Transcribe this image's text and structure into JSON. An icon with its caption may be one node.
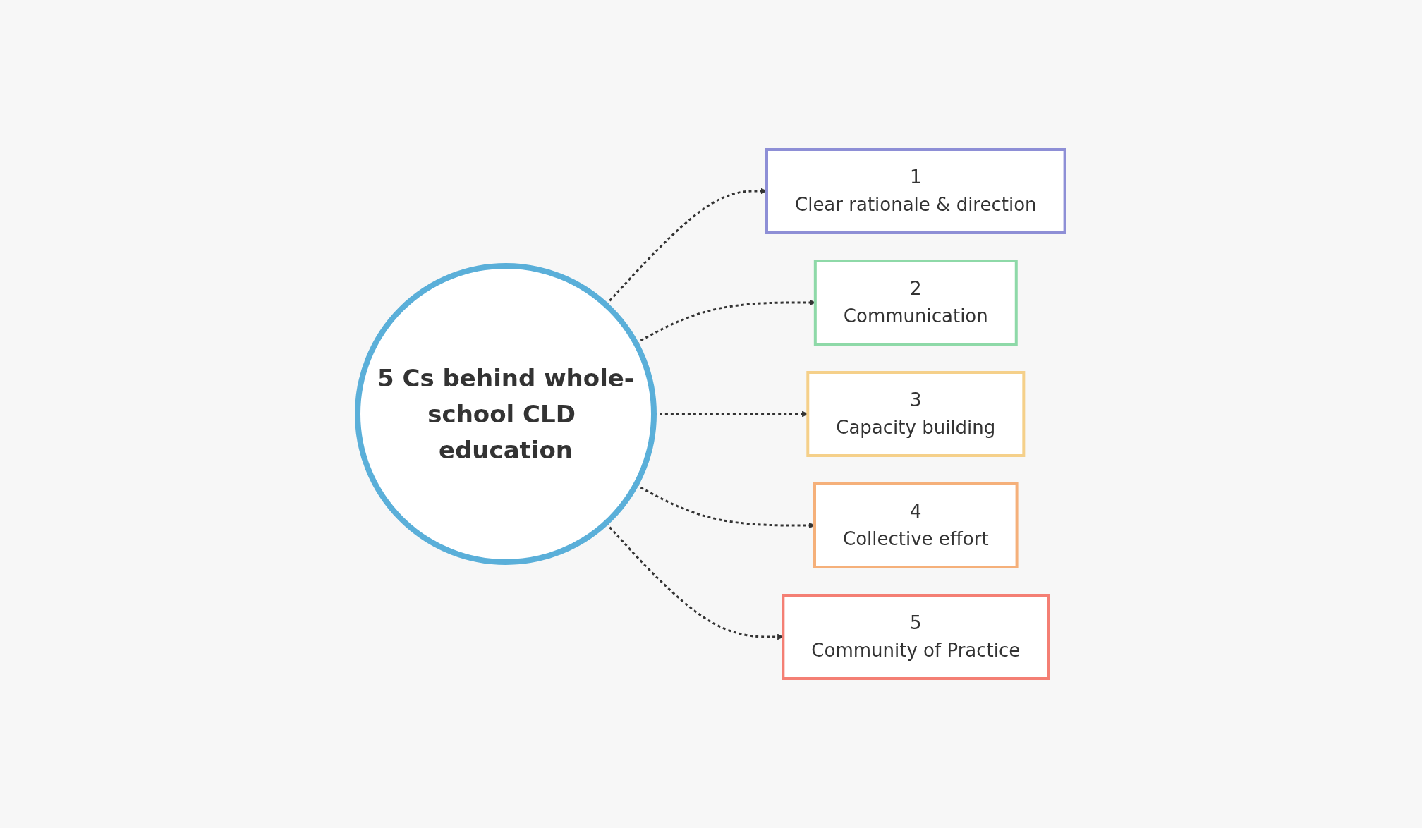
{
  "diagram": {
    "nodes": [
      {
        "text": [
          "5 Cs behind whole-school CLD education"
        ]
      },
      {
        "text": [
          "1",
          "Clear rationale & direction"
        ]
      },
      {
        "text": [
          "2",
          "Communication"
        ]
      },
      {
        "text": [
          "3",
          "Capacity building"
        ]
      },
      {
        "text": [
          "4",
          "Collective effort"
        ]
      },
      {
        "text": [
          "5",
          "Community of Practice"
        ]
      }
    ],
    "edges": [
      {
        "from": 0,
        "to": 1,
        "arrow": "to",
        "style": "dashed"
      },
      {
        "from": 0,
        "to": 2,
        "arrow": "to",
        "style": "dashed"
      },
      {
        "from": 0,
        "to": 3,
        "arrow": "to",
        "style": "dashed"
      },
      {
        "from": 0,
        "to": 4,
        "arrow": "to",
        "style": "dashed"
      },
      {
        "from": 0,
        "to": 5,
        "arrow": "to",
        "style": "dashed"
      }
    ]
  }
}
